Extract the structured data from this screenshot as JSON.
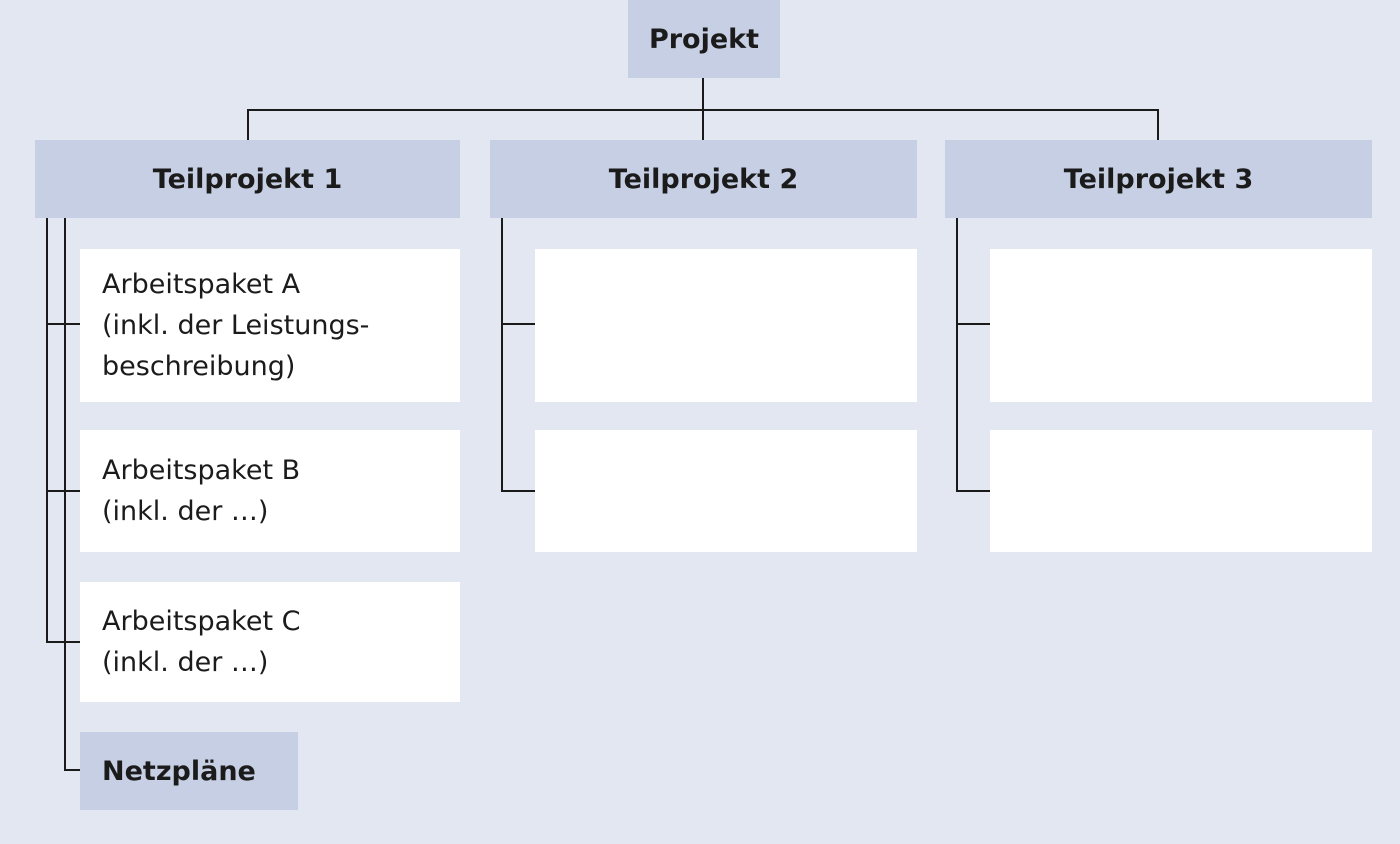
{
  "root": {
    "label": "Projekt"
  },
  "subprojects": [
    {
      "label": "Teilprojekt 1"
    },
    {
      "label": "Teilprojekt 2"
    },
    {
      "label": "Teilprojekt 3"
    }
  ],
  "work_packages": [
    {
      "text": "Arbeitspaket A\n(inkl. der Leistungs-\nbeschreibung)"
    },
    {
      "text": "Arbeitspaket B\n(inkl. der …)"
    },
    {
      "text": "Arbeitspaket C\n(inkl. der …)"
    },
    {
      "text": ""
    },
    {
      "text": ""
    },
    {
      "text": ""
    },
    {
      "text": ""
    }
  ],
  "network": {
    "label": "Netzpläne"
  },
  "colors": {
    "background": "#e2e7f1",
    "header_fill": "#c6cfe3",
    "package_fill": "#ffffff",
    "connector": "#1a1a1a"
  }
}
